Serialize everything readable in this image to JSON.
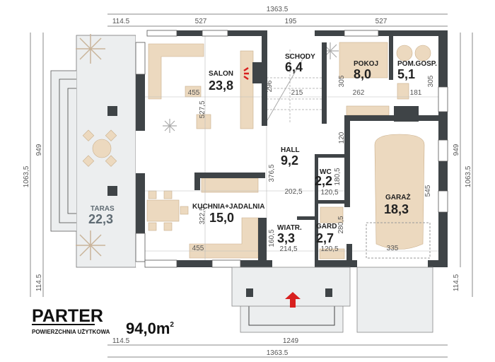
{
  "plan": {
    "title": "PARTER",
    "usable_area_label": "POWIERZCHNIA UŻYTKOWA",
    "usable_area_value": "94,0m",
    "usable_area_unit_sup": "2",
    "colors": {
      "wall": "#3f4447",
      "furniture": "#ecd9bf",
      "terrace": "#eceeef",
      "entrance_arrow": "#d8201f",
      "accent_text": "#5f6b73"
    }
  },
  "rooms": [
    {
      "name": "SALON",
      "area": "23,8"
    },
    {
      "name": "SCHODY",
      "area": "6,4"
    },
    {
      "name": "POKOJ",
      "area": "8,0"
    },
    {
      "name": "POM.GOSP.",
      "area": "5,1"
    },
    {
      "name": "HALL",
      "area": "9,2"
    },
    {
      "name": "WC",
      "area": "2,2"
    },
    {
      "name": "GARAŻ",
      "area": "18,3"
    },
    {
      "name": "KUCHNIA+JADALNIA",
      "area": "15,0"
    },
    {
      "name": "WIATR.",
      "area": "3,3"
    },
    {
      "name": "GARD",
      "area": "2,7"
    },
    {
      "name": "TARAS",
      "area": "22,3"
    }
  ],
  "dimensions": {
    "top_total": "1363.5",
    "top_segments": [
      "114.5",
      "527",
      "195",
      "527"
    ],
    "bottom_segments": [
      "114.5",
      "1249"
    ],
    "bottom_total": "1363.5",
    "left_outer": "1063,5",
    "left_inner": "949",
    "left_bottom": "114.5",
    "right_inner": "949",
    "right_outer": "1063.5",
    "right_bottom": "114.5",
    "interior": [
      "455",
      "527,5",
      "296",
      "215",
      "305",
      "262",
      "305",
      "181",
      "120",
      "376,5",
      "180,5",
      "202,5",
      "120,5",
      "322,5",
      "160,5",
      "280,5",
      "455",
      "214,5",
      "120,5",
      "545",
      "335"
    ]
  }
}
